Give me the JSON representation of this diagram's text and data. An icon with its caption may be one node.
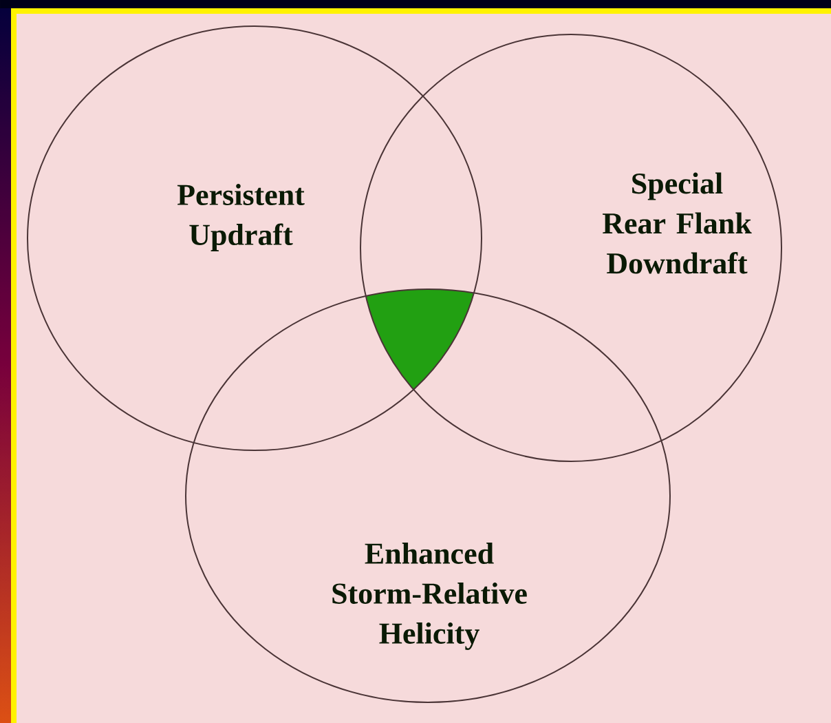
{
  "diagram": {
    "nodes": [
      {
        "text": [
          "Persistent Updraft"
        ]
      },
      {
        "text": [
          "Special Rear Flank Downdraft"
        ]
      },
      {
        "text": [
          "Enhanced Storm-Relative Helicity"
        ]
      },
      {
        "text": [],
        "shape": "triangle"
      }
    ]
  }
}
